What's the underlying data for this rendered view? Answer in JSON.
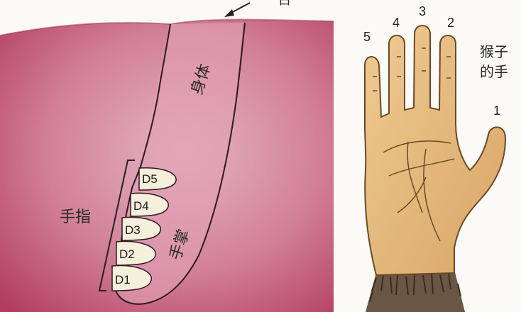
{
  "left_panel": {
    "top_text_fragment": "占",
    "body_label": "身体",
    "palm_label": "手掌",
    "fingers_label": "手指",
    "digit_labels": [
      "D5",
      "D4",
      "D3",
      "D2",
      "D1"
    ]
  },
  "right_panel": {
    "caption_line1": "猴子",
    "caption_line2": "的手",
    "finger_numbers": [
      "5",
      "4",
      "3",
      "2",
      "1"
    ]
  },
  "colors": {
    "cortex": "#c04a6a",
    "cortex_light": "#e7b7c4",
    "homunculus_fill": "#e9a8b9",
    "digit_pads": "#f5f0dc",
    "hand_skin": "#e2b476",
    "hand_outline": "#6a4a25",
    "fur": "#5b4a3a"
  }
}
